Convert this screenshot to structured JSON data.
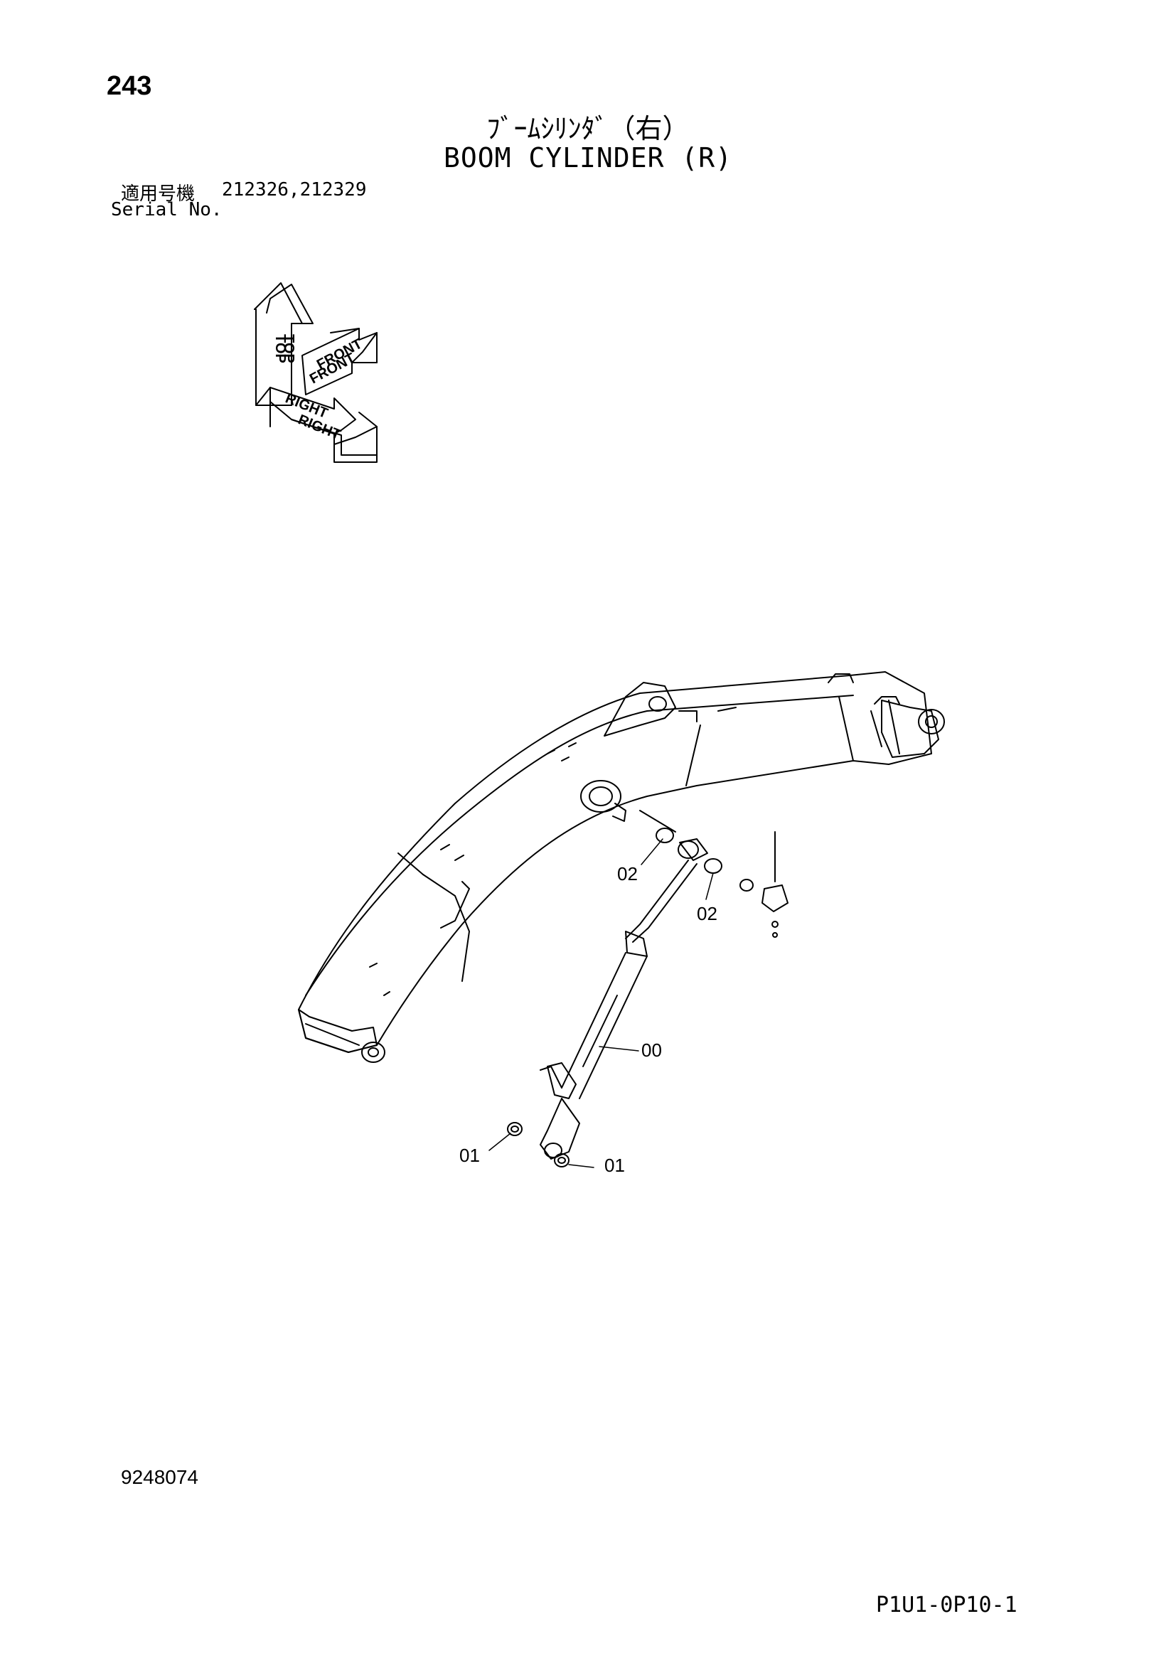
{
  "page": {
    "number": "243",
    "title_jp": "ﾌﾞｰﾑｼﾘﾝﾀﾞ（右）",
    "title_en": "BOOM CYLINDER (R)",
    "serial_label_jp": "適用号機",
    "serial_values": "212326,212329",
    "serial_label_en": "Serial No.",
    "drawing_number": "9248074",
    "page_code": "P1U1-0P10-1"
  },
  "orientation": {
    "top": "TOP",
    "front": "FRONT",
    "right": "RIGHT"
  },
  "callouts": {
    "c1": "02",
    "c2": "02",
    "c3": "00",
    "c4": "01",
    "c5": "01"
  }
}
